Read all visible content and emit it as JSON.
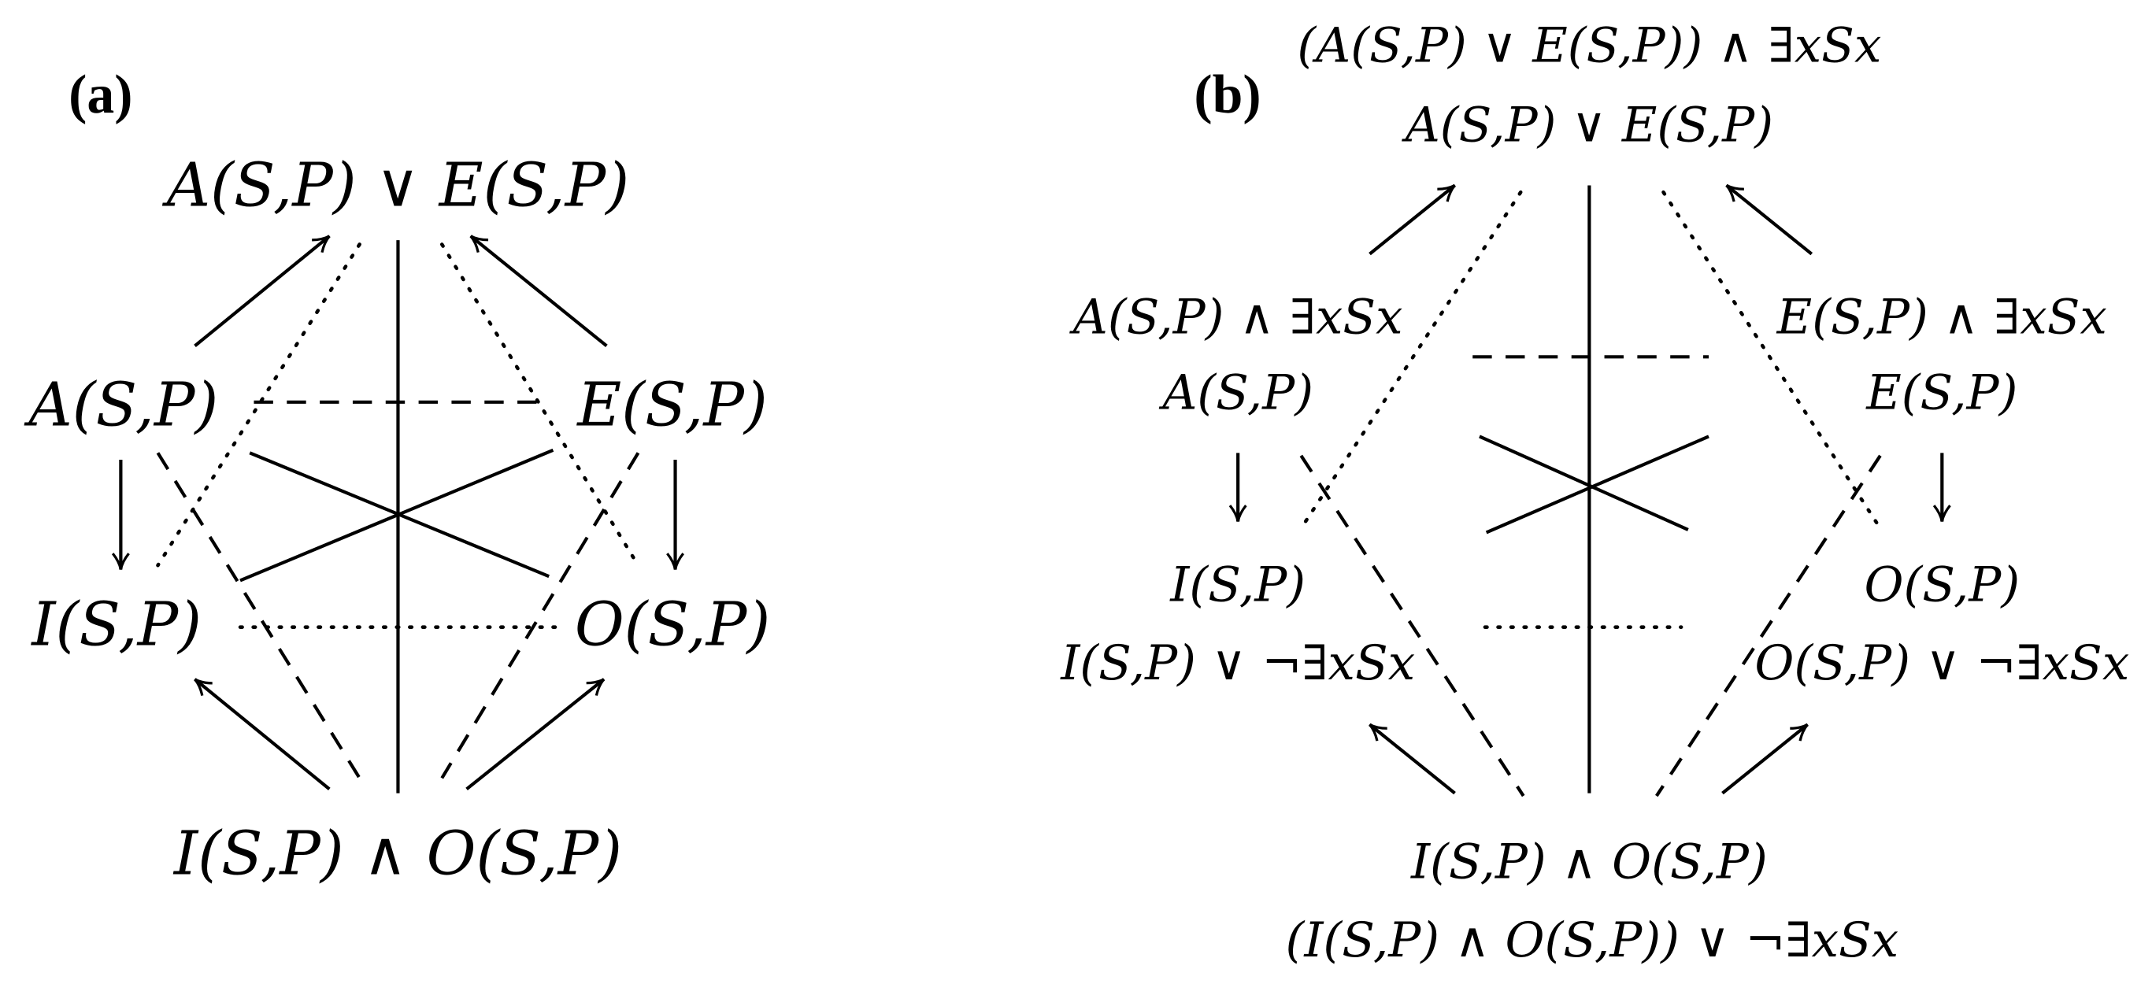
{
  "panel_a": {
    "label": "(a)",
    "top": "A(S,P) ∨ E(S,P)",
    "a": "A(S,P)",
    "e": "E(S,P)",
    "i": "I(S,P)",
    "o": "O(S,P)",
    "bottom": "I(S,P) ∧ O(S,P)"
  },
  "panel_b": {
    "label": "(b)",
    "top_outer": "(A(S,P) ∨ E(S,P)) ∧ ∃xSx",
    "top_inner": "A(S,P) ∨ E(S,P)",
    "a_outer": "A(S,P) ∧ ∃xSx",
    "a_inner": "A(S,P)",
    "e_outer": "E(S,P) ∧ ∃xSx",
    "e_inner": "E(S,P)",
    "i_inner": "I(S,P)",
    "i_outer": "I(S,P) ∨ ¬∃xSx",
    "o_inner": "O(S,P)",
    "o_outer": "O(S,P) ∨ ¬∃xSx",
    "bottom_inner": "I(S,P) ∧ O(S,P)",
    "bottom_outer": "(I(S,P) ∧ O(S,P)) ∨ ¬∃xSx"
  }
}
